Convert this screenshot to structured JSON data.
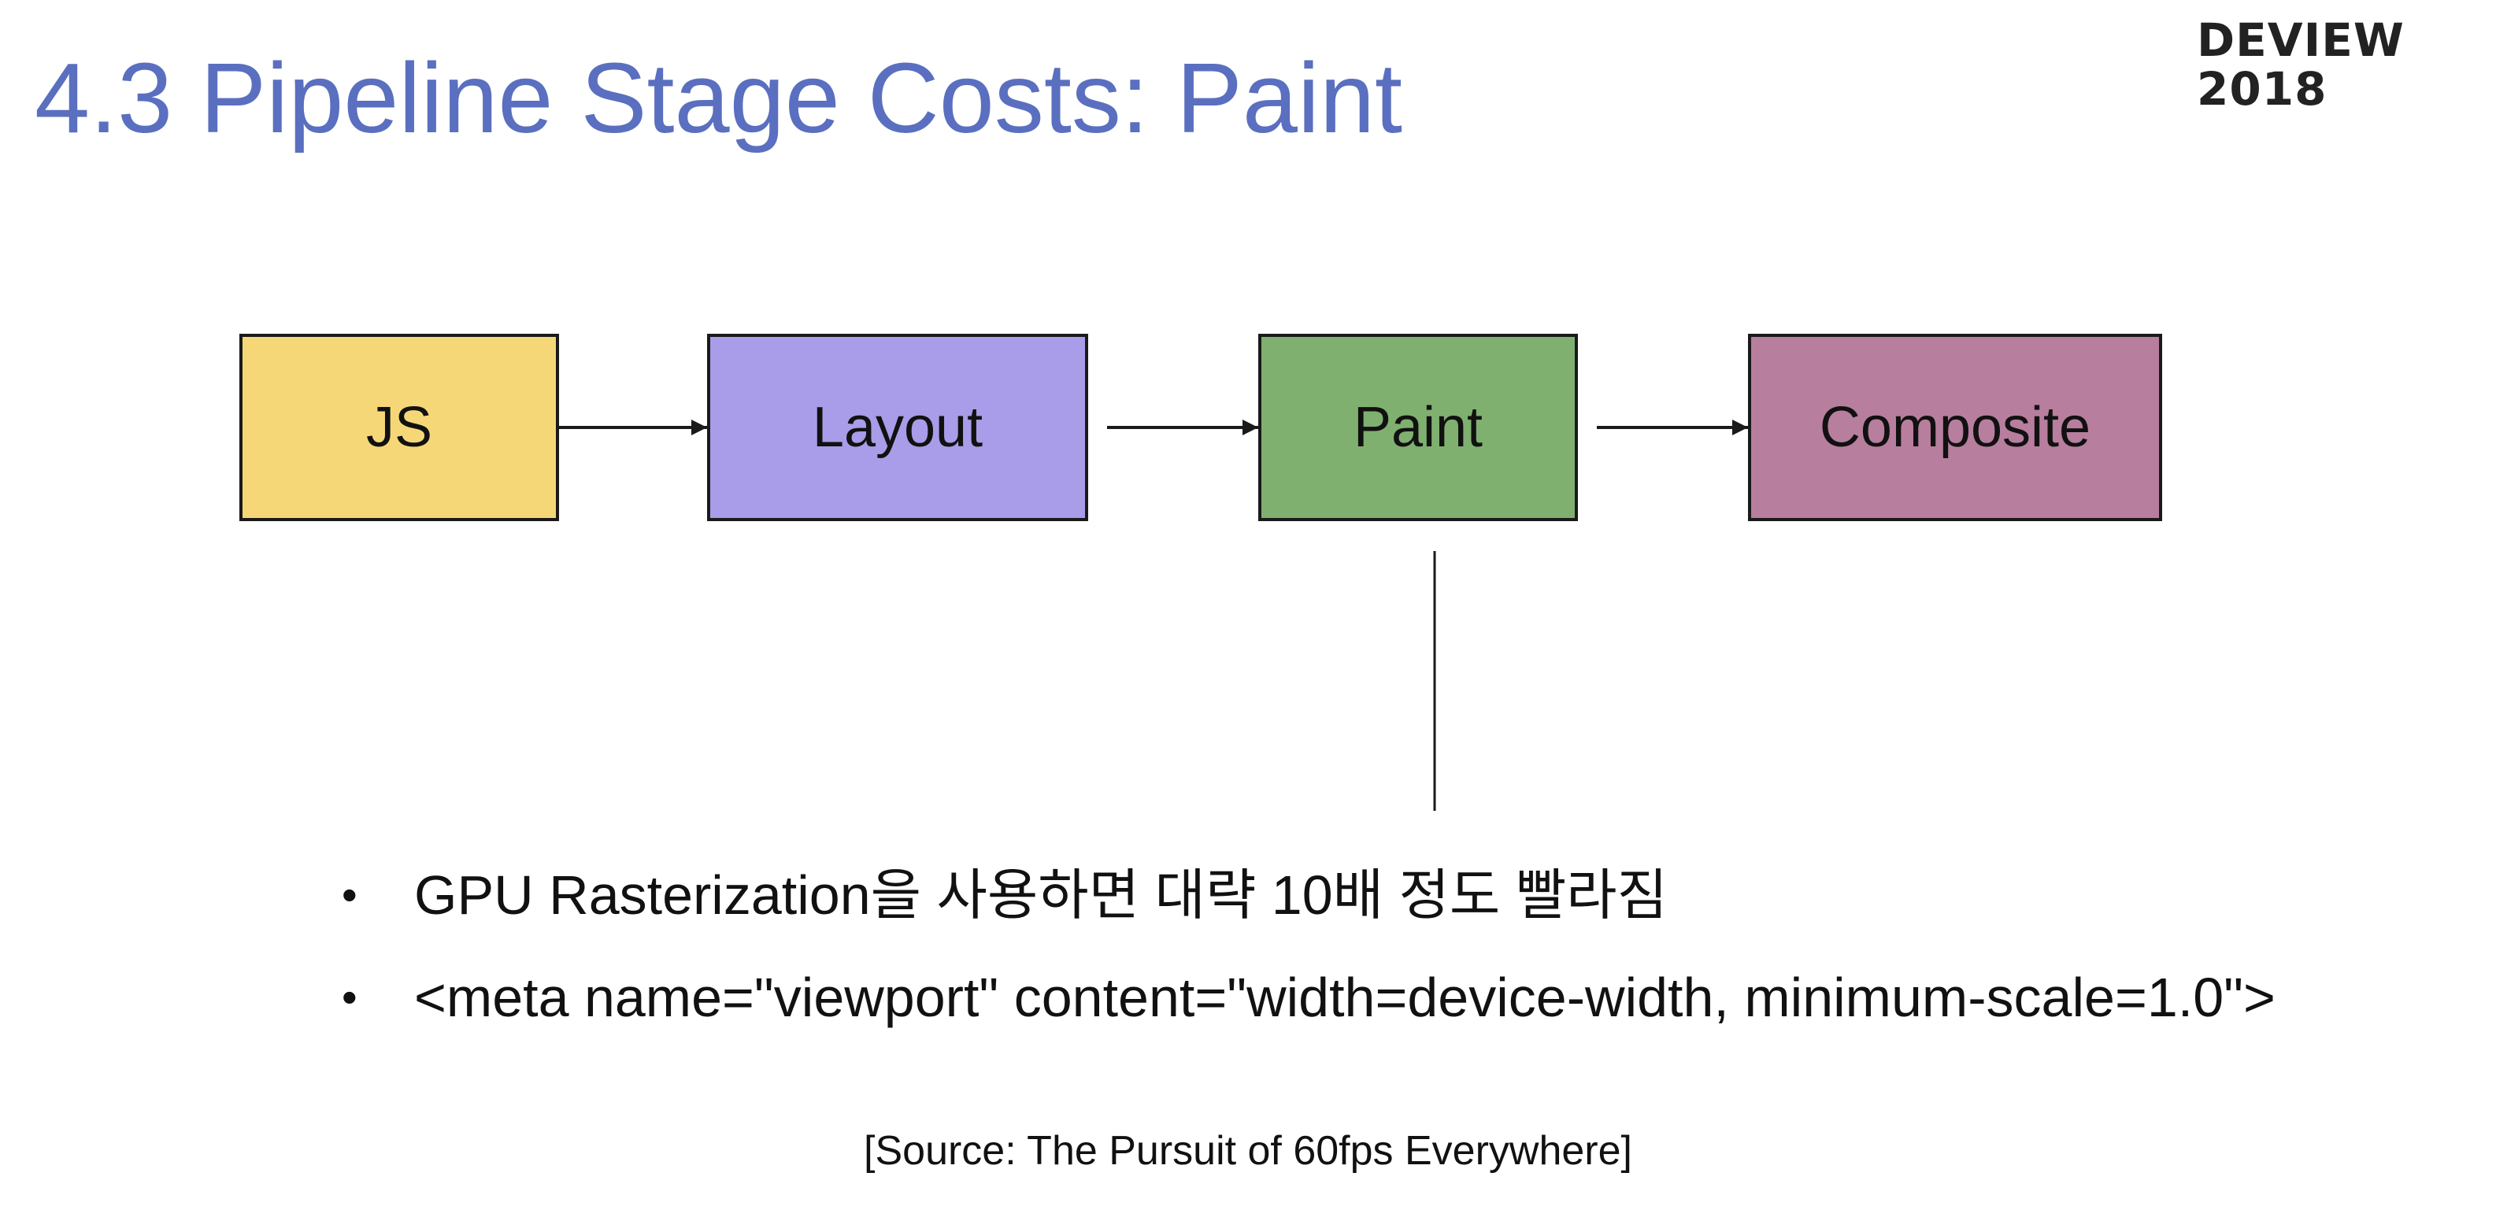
{
  "slide": {
    "title": "4.3 Pipeline Stage Costs: Paint",
    "logo": {
      "line1": "DEVIEW",
      "line2": "2018"
    }
  },
  "pipeline": {
    "stages": [
      {
        "label": "JS",
        "color": "#f6d778"
      },
      {
        "label": "Layout",
        "color": "#a99ce8"
      },
      {
        "label": "Paint",
        "color": "#7fb06f"
      },
      {
        "label": "Composite",
        "color": "#b87e9e"
      }
    ]
  },
  "notes": {
    "bullet_marker": "•",
    "items": [
      "GPU Rasterization을 사용하면 대략 10배 정도 빨라짐",
      "<meta name=\"viewport\" content=\"width=device-width, minimum-scale=1.0\">"
    ]
  },
  "source": "[Source: The Pursuit of 60fps Everywhere]"
}
